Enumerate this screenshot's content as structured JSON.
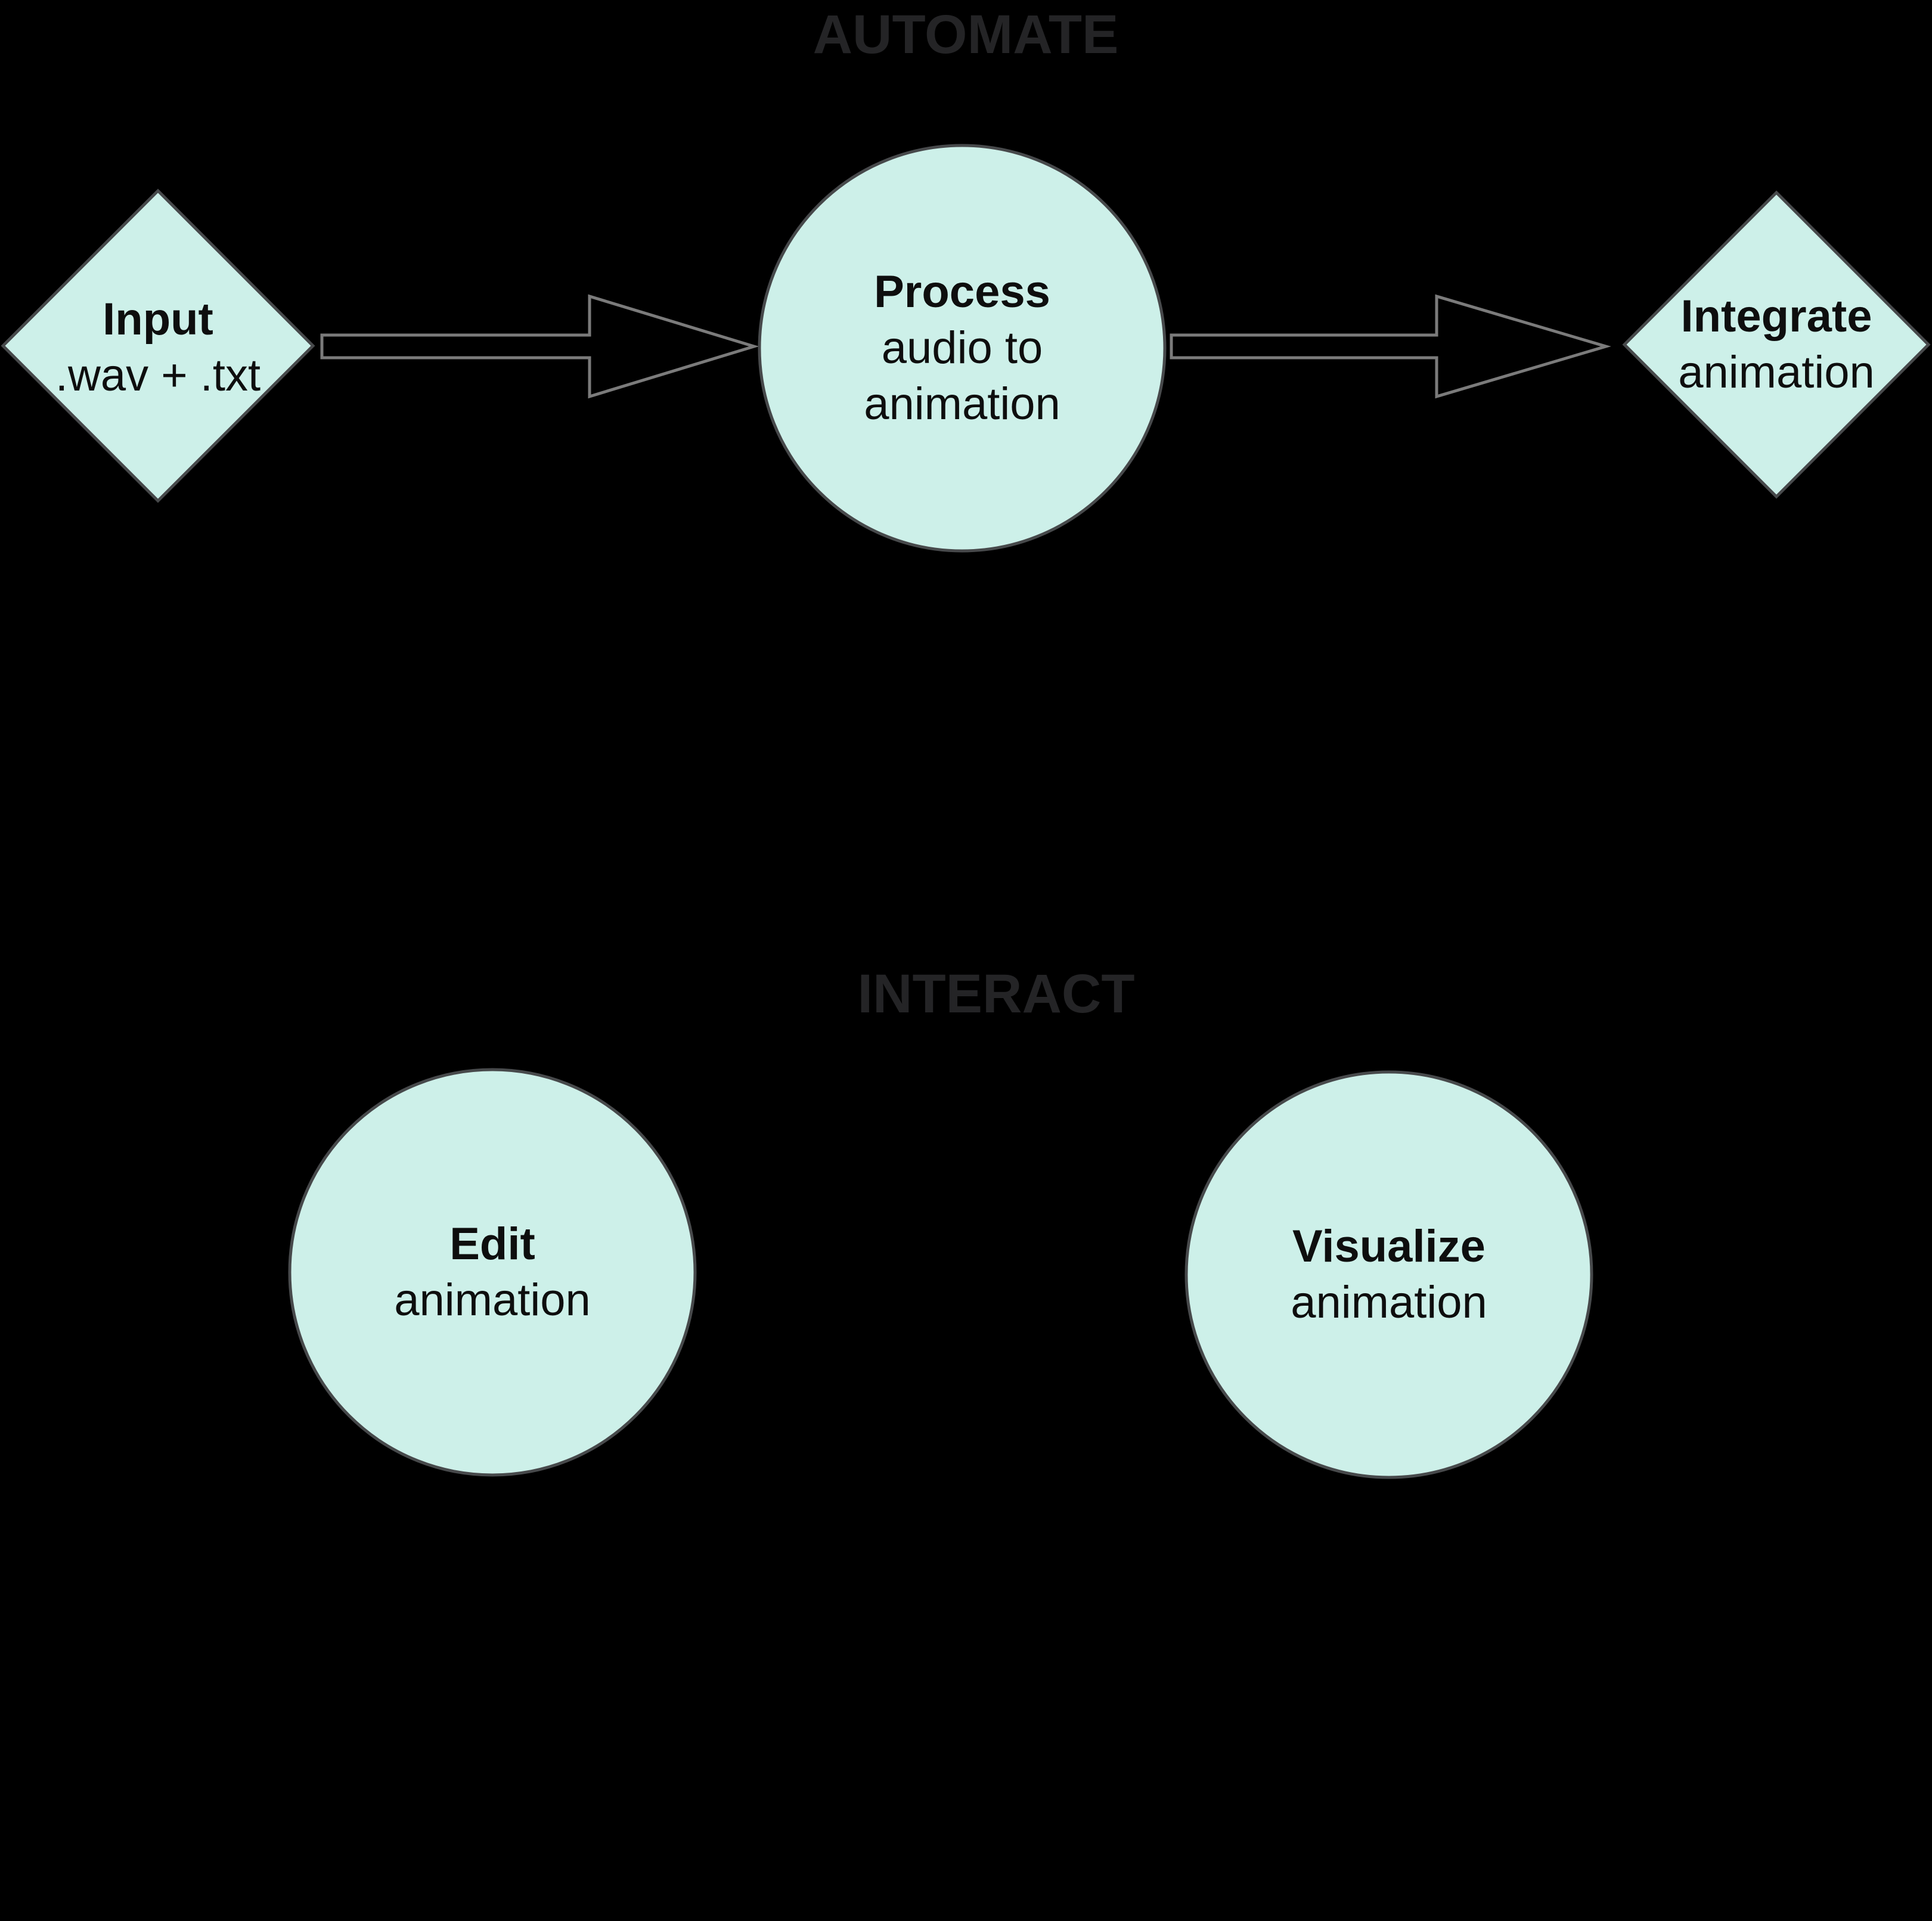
{
  "sections": {
    "automate": {
      "label": "AUTOMATE"
    },
    "interact": {
      "label": "INTERACT"
    }
  },
  "nodes": {
    "input": {
      "shape": "diamond",
      "title": "Input",
      "subtitle": ".wav + .txt"
    },
    "process": {
      "shape": "circle",
      "title": "Process",
      "subtitle1": "audio to",
      "subtitle2": "animation"
    },
    "integrate": {
      "shape": "diamond",
      "title": "Integrate",
      "subtitle": "animation"
    },
    "edit": {
      "shape": "circle",
      "title": "Edit",
      "subtitle": "animation"
    },
    "visualize": {
      "shape": "circle",
      "title": "Visualize",
      "subtitle": "animation"
    }
  },
  "flows": [
    {
      "from": "input",
      "to": "process",
      "icon": "arrow-right-icon"
    },
    {
      "from": "process",
      "to": "integrate",
      "icon": "arrow-right-icon"
    }
  ],
  "colors": {
    "background": "#000000",
    "node_fill": "#cdf0e9",
    "node_border": "#47494b",
    "node_text": "#0e0e0e",
    "arrow_stroke": "#7b7b7b",
    "arrow_fill": "#000000",
    "section_label": "#242426"
  }
}
